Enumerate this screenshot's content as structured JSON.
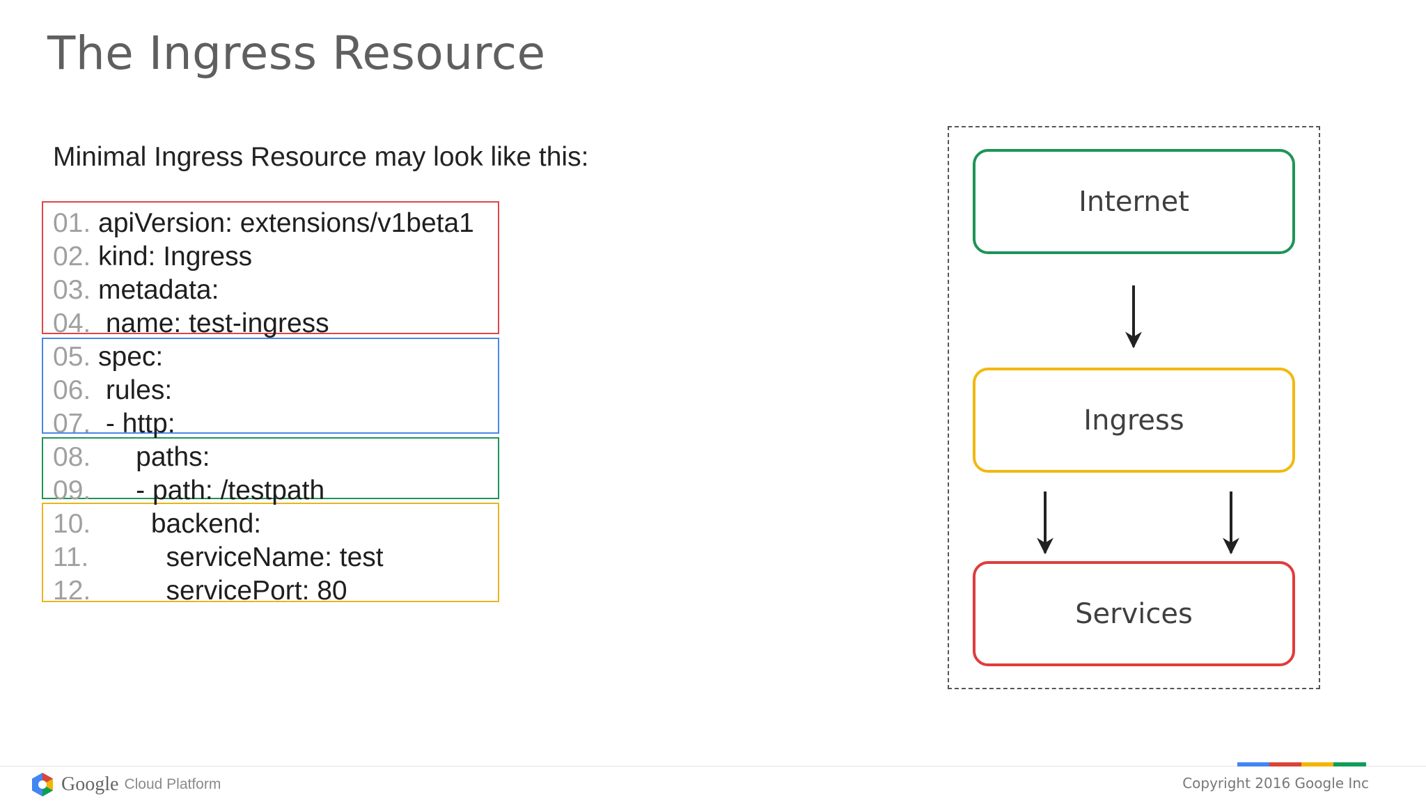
{
  "title": "The Ingress Resource",
  "subtitle": "Minimal Ingress Resource may look like this:",
  "code_lines": [
    {
      "num": "01.",
      "text": "apiVersion: extensions/v1beta1"
    },
    {
      "num": "02.",
      "text": "kind: Ingress"
    },
    {
      "num": "03.",
      "text": "metadata:"
    },
    {
      "num": "04.",
      "text": " name: test-ingress"
    },
    {
      "num": "05.",
      "text": "spec:"
    },
    {
      "num": "06.",
      "text": " rules:"
    },
    {
      "num": "07.",
      "text": " - http:"
    },
    {
      "num": "08.",
      "text": "     paths:"
    },
    {
      "num": "09.",
      "text": "     - path: /testpath"
    },
    {
      "num": "10.",
      "text": "       backend:"
    },
    {
      "num": "11.",
      "text": "         serviceName: test"
    },
    {
      "num": "12.",
      "text": "         servicePort: 80"
    }
  ],
  "code_box_colors": {
    "red": "#e04545",
    "blue": "#4a86e8",
    "green": "#1e9457",
    "yellow": "#e8b41e"
  },
  "diagram": {
    "nodes": [
      {
        "label": "Internet",
        "color": "#1e9457"
      },
      {
        "label": "Ingress",
        "color": "#f1b90f"
      },
      {
        "label": "Services",
        "color": "#e03c3c"
      }
    ]
  },
  "footer": {
    "logo_google": "Google",
    "logo_product": "Cloud Platform",
    "copyright": "Copyright 2016 Google Inc",
    "brand_colors": [
      "#4285f4",
      "#db4437",
      "#f4b400",
      "#0f9d58"
    ]
  }
}
